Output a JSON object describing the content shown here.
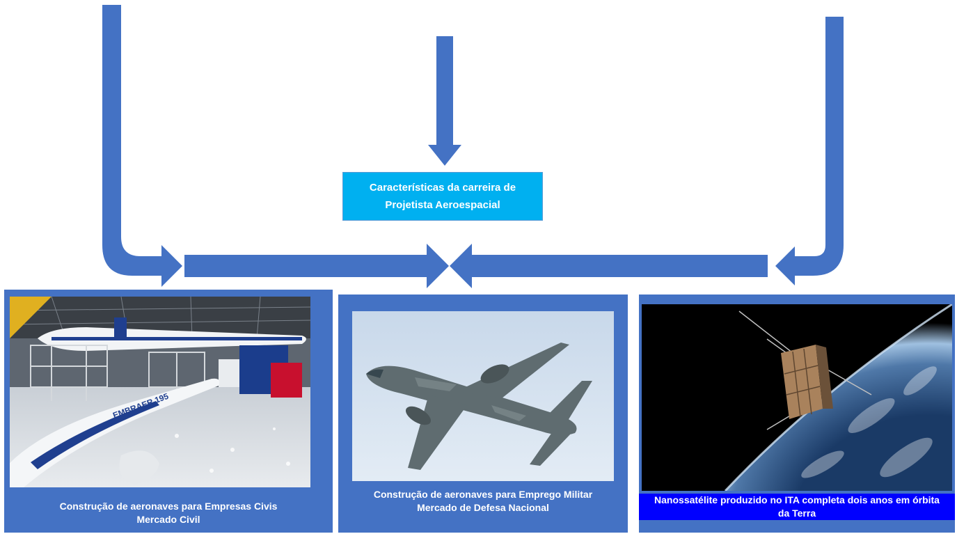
{
  "center_box": {
    "line1": "Características da carreira de",
    "line2": "Projetista Aeroespacial"
  },
  "panels": {
    "civil": {
      "caption_line1": "Construção de aeronaves para Empresas Civis",
      "caption_line2": "Mercado Civil",
      "fuselage_text": "EMBRAER 195"
    },
    "military": {
      "caption_line1": "Construção de aeronaves para Emprego Militar",
      "caption_line2": "Mercado de Defesa Nacional"
    },
    "space": {
      "caption_line1": "Nanossatélite produzido no ITA completa dois anos em órbita",
      "caption_line2": "da Terra"
    }
  },
  "colors": {
    "arrow": "#4472c4",
    "panel": "#4472c4",
    "center_box": "#00b0f0",
    "caption_highlight": "#0000ff"
  }
}
